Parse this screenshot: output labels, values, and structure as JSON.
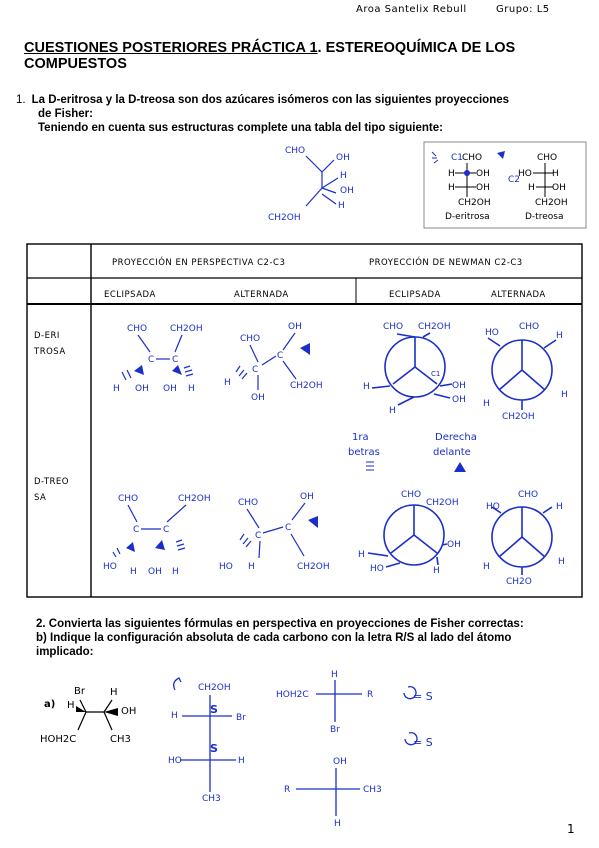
{
  "header": {
    "name": "Aroa Santelix Rebull",
    "group": "Grupo: L5"
  },
  "title": {
    "part1": "CUESTIONES POSTERIORES PRÁCTICA 1",
    "part2": ". ESTEREOQUÍMICA DE LOS COMPUESTOS"
  },
  "question1": {
    "number": "1.",
    "line1": "La D-eritrosa y la D-treosa son dos azúcares isómeros con las siguientes proyecciones",
    "line2": "de Fisher:",
    "line3": "Teniendo en cuenta sus estructuras complete una tabla del tipo siguiente:"
  },
  "perspective_sketch": {
    "cho": "CHO",
    "oh1": "OH",
    "h1": "H",
    "oh2": "OH",
    "h2": "H",
    "ch2oh": "CH2OH"
  },
  "fisher_box": {
    "c1": "C1",
    "c2": "C2",
    "erythrose": {
      "top": "CHO",
      "r1_left": "H",
      "r1_right": "OH",
      "r2_left": "H",
      "r2_right": "OH",
      "bottom": "CH2OH",
      "label": "D-eritrosa"
    },
    "threose": {
      "top": "CHO",
      "r1_left": "HO",
      "r1_right": "H",
      "r2_left": "H",
      "r2_right": "OH",
      "bottom": "CH2OH",
      "label": "D-treosa"
    }
  },
  "table": {
    "header_perspective": "PROYECCIÓN EN PERSPECTIVA C2-C3",
    "header_newman": "PROYECCIÓN DE NEWMAN C2-C3",
    "sub_eclipsada": "ECLIPSADA",
    "sub_alternada": "ALTERNADA",
    "sub_eclipsada2": "ECLIPSADA",
    "sub_alternada2": "ALTERNADA",
    "row1_label_a": "D-ERI",
    "row1_label_b": "TROSA",
    "row2_label_a": "D-TREO",
    "row2_label_b": "SA",
    "note1_a": "1ra",
    "note1_b": "betras",
    "note2_a": "Derecha",
    "note2_b": "delante"
  },
  "question2": {
    "line1": "2. Convierta las siguientes fórmulas en perspectiva en proyecciones de Fisher correctas:",
    "line2": "b) Indique la configuración absoluta de cada carbono con la letra R/S al lado del átomo",
    "line3": "implicado:"
  },
  "q2_structure": {
    "label": "a)",
    "br": "Br",
    "h1": "H",
    "h2": "H",
    "oh": "OH",
    "hoh2c": "HOH2C",
    "ch3": "CH3"
  },
  "q2_fisher": {
    "top": "CH2OH",
    "r1_left": "H",
    "r1_center": "S",
    "r1_right": "Br",
    "r2_left": "HO",
    "r2_center": "S",
    "r2_right": "H",
    "bottom": "CH3"
  },
  "q2_right": {
    "cross1_top": "H",
    "cross1_left": "HOH2C",
    "cross1_right": "R",
    "cross1_bottom": "Br",
    "cross2_top": "OH",
    "cross2_left": "R",
    "cross2_right": "CH3",
    "cross2_bottom": "H",
    "result1": "= S",
    "result2": "= S"
  },
  "page_number": "1"
}
